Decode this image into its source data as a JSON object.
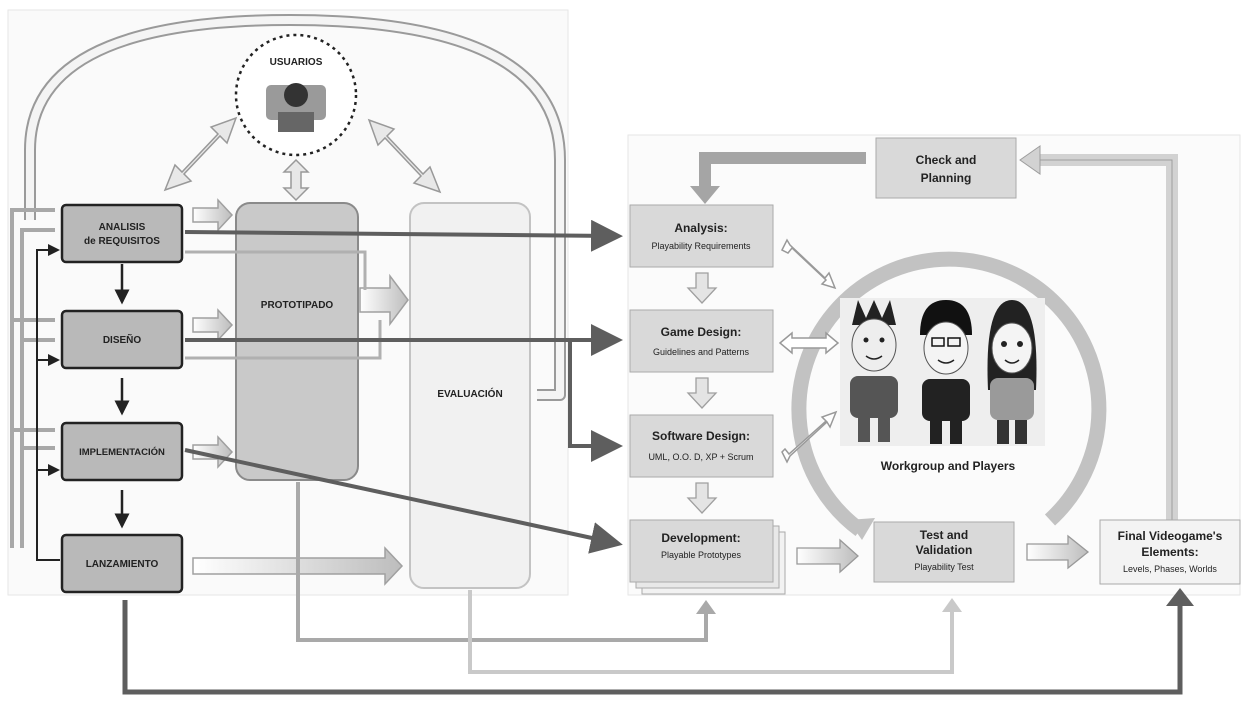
{
  "left_model": {
    "users_label": "USUARIOS",
    "phases": [
      {
        "label_line1": "ANALISIS",
        "label_line2": "de REQUISITOS"
      },
      {
        "label_line1": "DISEÑO",
        "label_line2": ""
      },
      {
        "label_line1": "IMPLEMENTACIÓN",
        "label_line2": ""
      },
      {
        "label_line1": "LANZAMIENTO",
        "label_line2": ""
      }
    ],
    "prototyping_label": "PROTOTIPADO",
    "evaluation_label": "EVALUACIÓN"
  },
  "right_model": {
    "check_planning": {
      "line1": "Check and",
      "line2": "Planning"
    },
    "stages": [
      {
        "title": "Analysis:",
        "subtitle": "Playability Requirements"
      },
      {
        "title": "Game Design:",
        "subtitle": "Guidelines and Patterns"
      },
      {
        "title": "Software Design:",
        "subtitle": "UML, O.O. D, XP + Scrum"
      },
      {
        "title": "Development:",
        "subtitle": "Playable Prototypes"
      }
    ],
    "test_validation": {
      "line1": "Test and",
      "line2": "Validation",
      "subtitle": "Playability Test"
    },
    "final_elements": {
      "line1": "Final Videogame's",
      "line2": "Elements:",
      "subtitle": "Levels, Phases, Worlds"
    },
    "workgroup_label": "Workgroup and Players"
  },
  "colors": {
    "phase_box": "#b9b9b9",
    "stage_box": "#d9d9d9",
    "arrow_dark": "#5e5e5e",
    "arrow_light": "#c4c4c4",
    "line_black": "#222222"
  }
}
